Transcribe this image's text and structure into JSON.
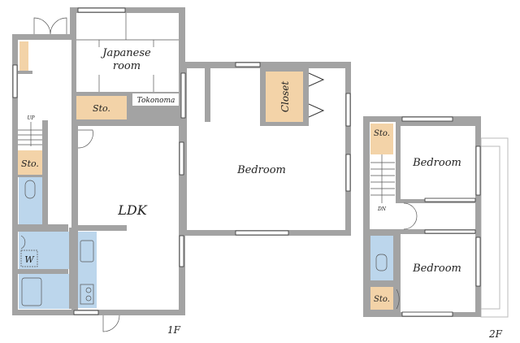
{
  "floors": [
    {
      "label": "1F",
      "rooms": {
        "japanese_room_line1": "Japanese",
        "japanese_room_line2": "room",
        "tokonoma": "Tokonoma",
        "storage_japanese": "Sto.",
        "storage_stairs": "Sto.",
        "closet": "Closet",
        "bedroom": "Bedroom",
        "ldk": "LDK",
        "washer": "W",
        "stairs_up": "UP"
      }
    },
    {
      "label": "2F",
      "rooms": {
        "storage_stairs": "Sto.",
        "bedroom_upper": "Bedroom",
        "bedroom_lower": "Bedroom",
        "storage_lower": "Sto.",
        "stairs_down": "DN"
      }
    }
  ],
  "colors": {
    "wall": "#a3a3a3",
    "storage": "#f3d3a8",
    "wet_area": "#bcd6ec"
  }
}
